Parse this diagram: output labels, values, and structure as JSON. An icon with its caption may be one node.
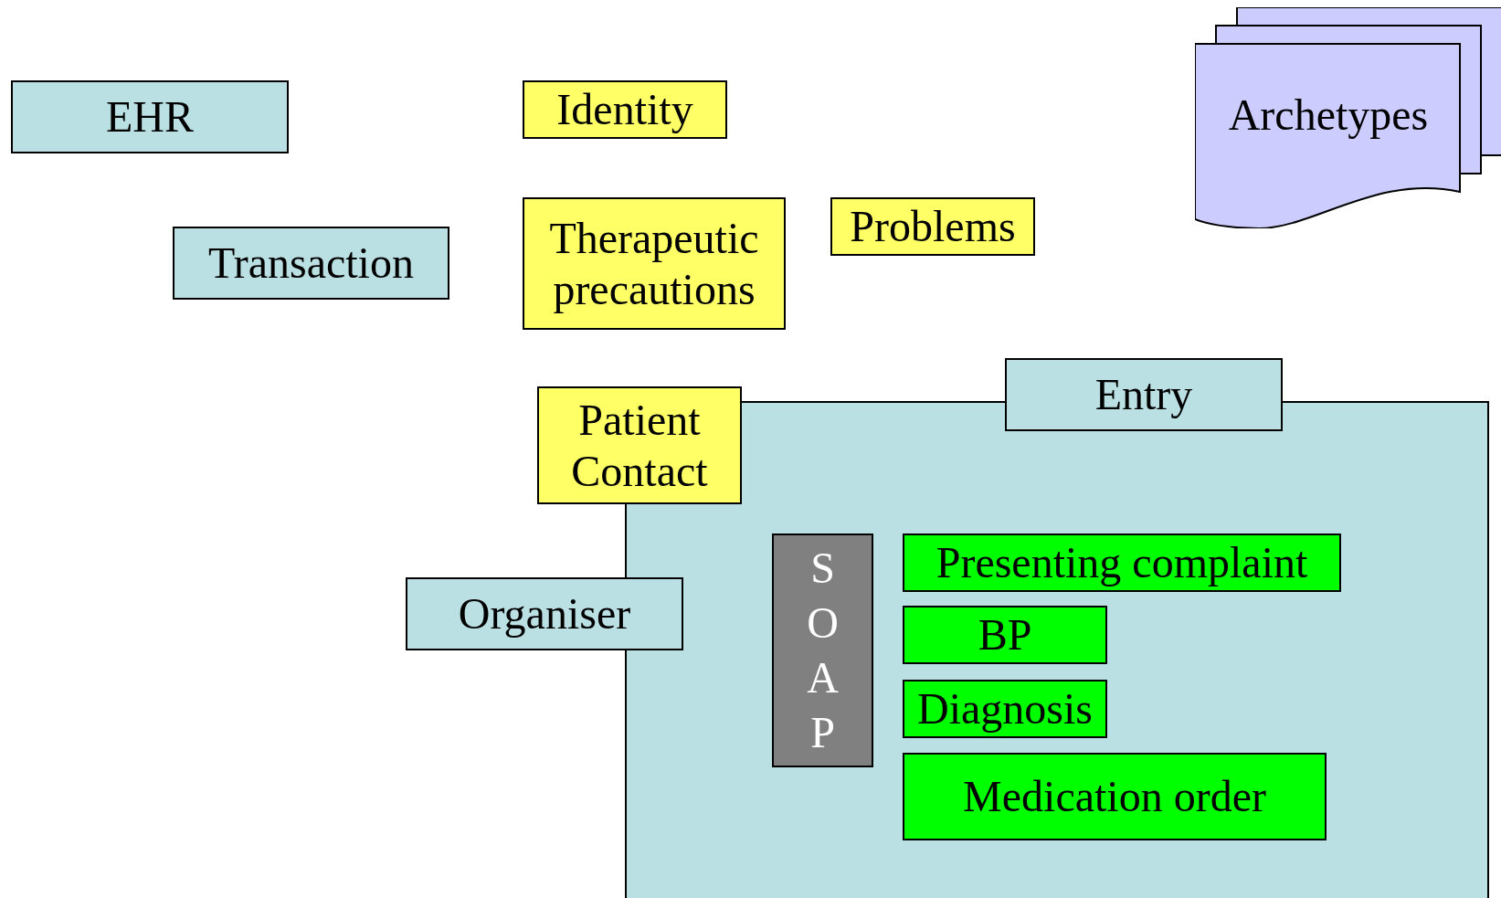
{
  "diagram": {
    "nodes": [
      {
        "text": [
          "EHR"
        ]
      },
      {
        "text": [
          "Identity"
        ]
      },
      {
        "text": [
          "Archetypes"
        ]
      },
      {
        "text": [
          "Transaction"
        ]
      },
      {
        "text": [
          "Therapeutic precautions"
        ]
      },
      {
        "text": [
          "Problems"
        ]
      },
      {
        "text": [],
        "shape": "box"
      },
      {
        "text": [
          "Entry"
        ]
      },
      {
        "text": [
          "Patient Contact"
        ]
      },
      {
        "text": [
          "SOAP"
        ],
        "in": 6
      },
      {
        "text": [
          "Presenting complaint"
        ],
        "in": 6
      },
      {
        "text": [
          "BP"
        ],
        "in": 6
      },
      {
        "text": [
          "Organiser"
        ]
      },
      {
        "text": [
          "Diagnosis"
        ],
        "in": 6
      },
      {
        "text": [
          "Medication order"
        ],
        "in": 6
      }
    ],
    "edges": []
  }
}
